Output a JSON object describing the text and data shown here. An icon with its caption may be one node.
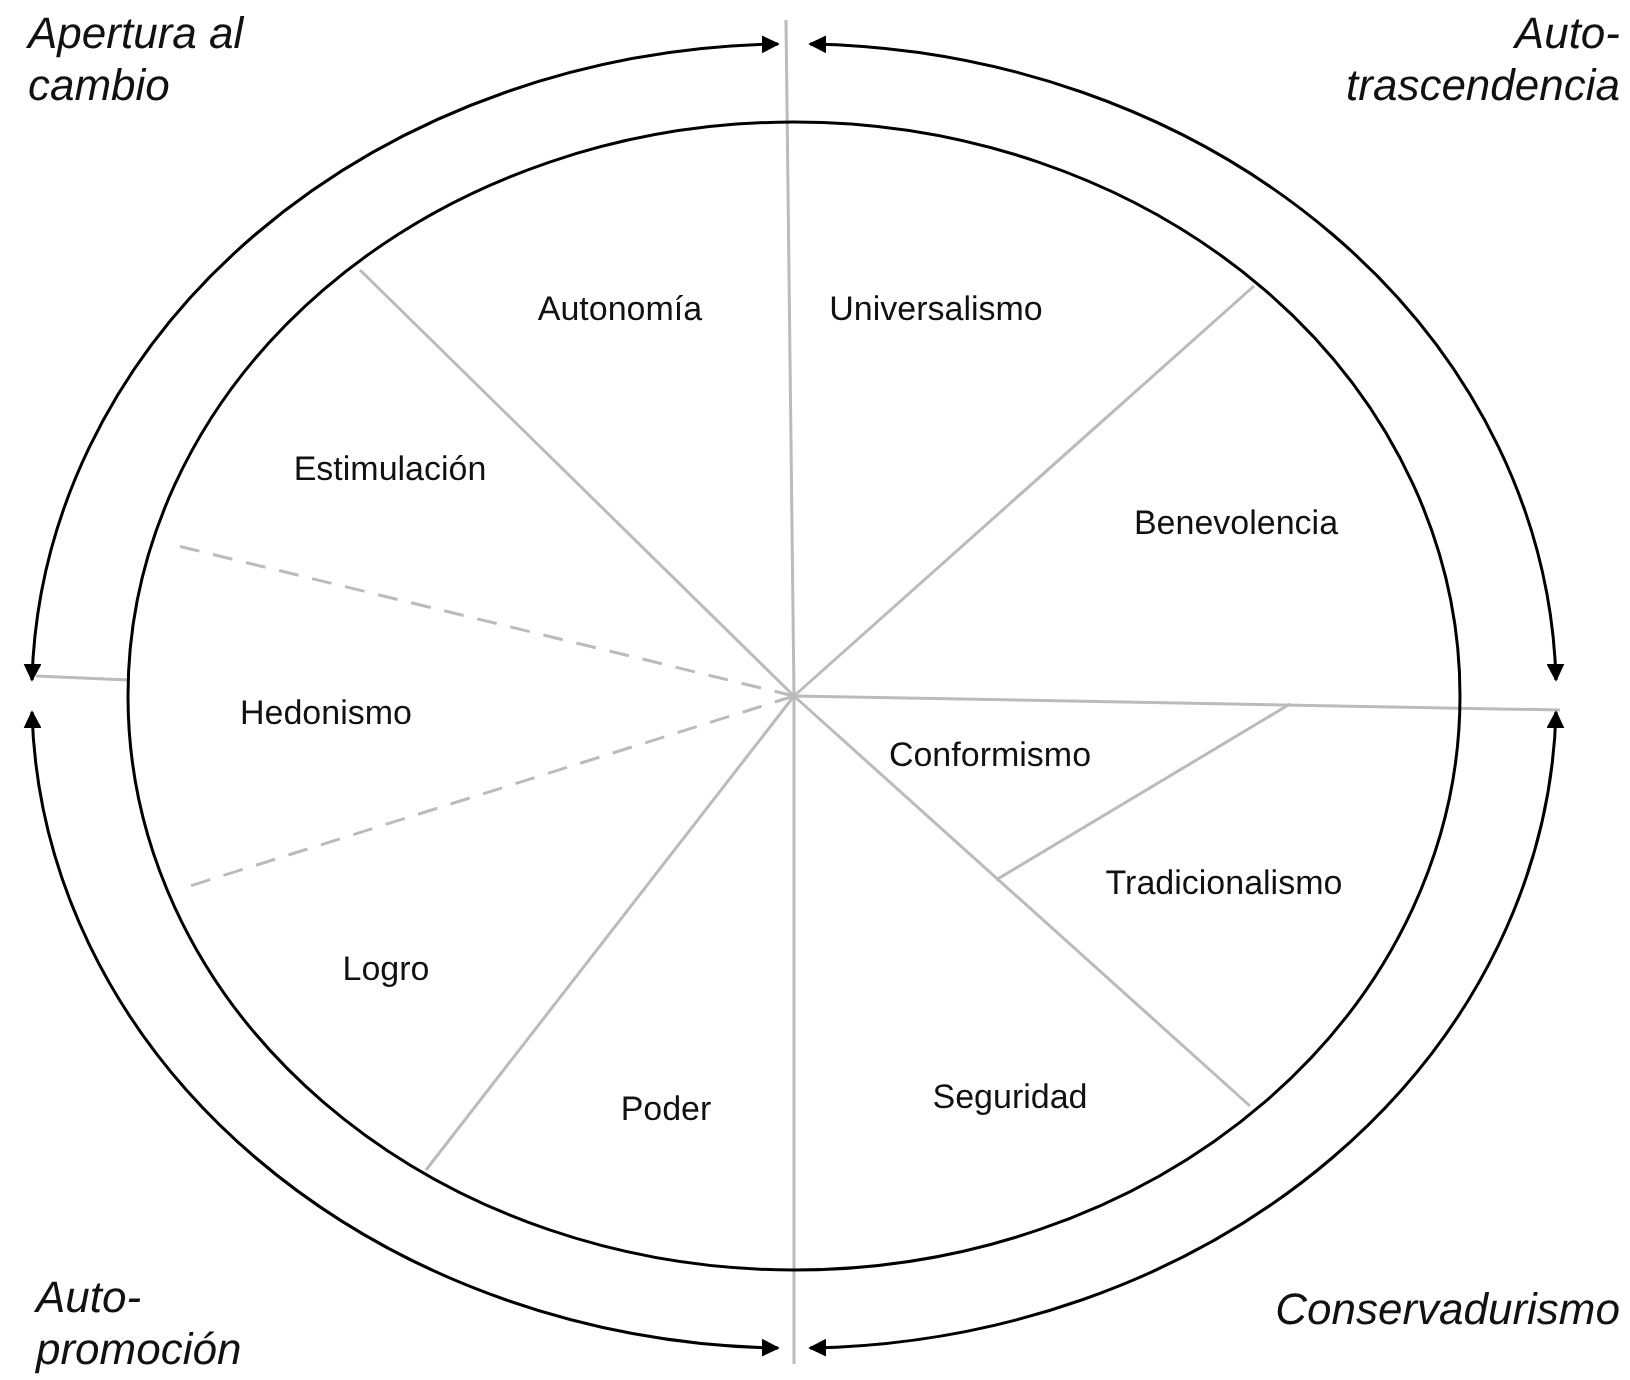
{
  "diagram": {
    "labels": [
      "Apertura al cambio",
      "Auto- trascendencia",
      "Autonomía",
      "Universalismo",
      "Estimulación",
      "Benevolencia",
      "Hedonismo",
      "Conformismo",
      "Tradicionalismo",
      "Logro",
      "Poder",
      "Seguridad",
      "Auto- promoción",
      "Conservadurismo"
    ]
  }
}
